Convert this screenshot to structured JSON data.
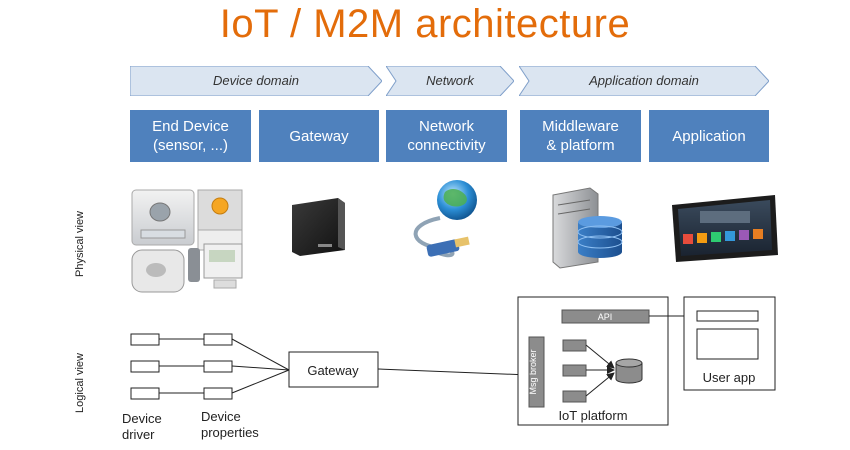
{
  "title": "IoT / M2M architecture",
  "domains": {
    "device": "Device domain",
    "network": "Network",
    "application": "Application domain"
  },
  "components": {
    "end_device_line1": "End Device",
    "end_device_line2": "(sensor, ...)",
    "gateway": "Gateway",
    "network_line1": "Network",
    "network_line2": "connectivity",
    "middleware_line1": "Middleware",
    "middleware_line2": "& platform",
    "application": "Application"
  },
  "views": {
    "physical": "Physical view",
    "logical": "Logical view"
  },
  "logical": {
    "device_driver_line1": "Device",
    "device_driver_line2": "driver",
    "device_properties_line1": "Device",
    "device_properties_line2": "properties",
    "gateway": "Gateway",
    "api": "API",
    "msg_broker": "Msg broker",
    "iot_platform": "IoT platform",
    "user_app": "User app"
  },
  "colors": {
    "title": "#e36c0a",
    "component_box": "#4f81bd",
    "chevron_fill": "#dbe5f1",
    "chevron_stroke": "#7f9fca"
  }
}
